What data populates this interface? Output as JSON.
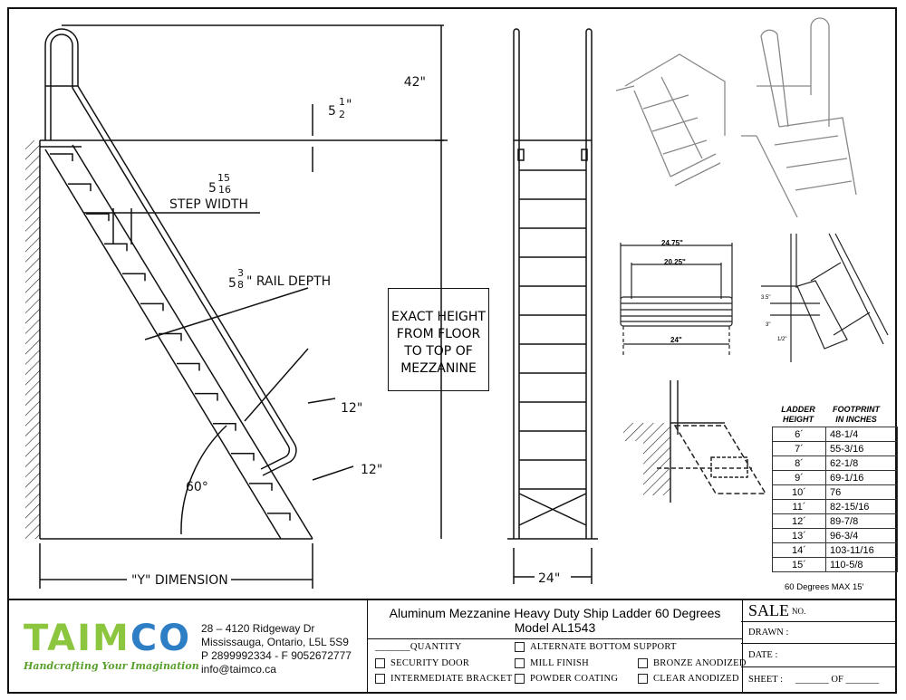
{
  "drawing": {
    "side_view": {
      "dim_42": "42\"",
      "dim_5_half_whole": "5",
      "dim_5_half_frac_num": "1",
      "dim_5_half_frac_den": "2",
      "dim_5_half_unit": "\"",
      "step_width_whole": "5",
      "step_width_num": "15",
      "step_width_den": "16",
      "step_width_label": "STEP WIDTH",
      "rail_depth_whole": "5",
      "rail_depth_num": "3",
      "rail_depth_den": "8",
      "rail_depth_label": "\" RAIL DEPTH",
      "dim_12_a": "12\"",
      "dim_12_b": "12\"",
      "angle": "60°",
      "y_dimension": "\"Y\" DIMENSION",
      "exact_height_lines": [
        "EXACT HEIGHT",
        "FROM FLOOR",
        "TO TOP OF",
        "MEZZANINE"
      ]
    },
    "front_view": {
      "width_dim": "24\""
    },
    "top_detail": {
      "outer": "24.75\"",
      "inner": "20.25\"",
      "bottom": "24\""
    },
    "side_detail": {
      "d1": "3.5\"",
      "d2": "3\"",
      "d3": "1/2\""
    }
  },
  "footprint_table": {
    "header_height": [
      "LADDER",
      "HEIGHT"
    ],
    "header_footprint": [
      "FOOTPRINT",
      "IN INCHES"
    ],
    "rows": [
      {
        "height": "6´",
        "footprint": "48-1/4"
      },
      {
        "height": "7´",
        "footprint": "55-3/16"
      },
      {
        "height": "8´",
        "footprint": "62-1/8"
      },
      {
        "height": "9´",
        "footprint": "69-1/16"
      },
      {
        "height": "10´",
        "footprint": "76"
      },
      {
        "height": "11´",
        "footprint": "82-15/16"
      },
      {
        "height": "12´",
        "footprint": "89-7/8"
      },
      {
        "height": "13´",
        "footprint": "96-3/4"
      },
      {
        "height": "14´",
        "footprint": "103-11/16"
      },
      {
        "height": "15´",
        "footprint": "110-5/8"
      }
    ],
    "note": "60 Degrees  MAX 15'"
  },
  "title_block": {
    "logo_text_green": "TAIM",
    "logo_text_blue": "CO",
    "tagline": "Handcrafting Your Imagination",
    "address": [
      "28 – 4120 Ridgeway Dr",
      "Mississauga, Ontario, L5L 5S9",
      "P 2899992334 - F 9052672777",
      "info@taimco.ca"
    ],
    "title": "Aluminum Mezzanine Heavy Duty Ship Ladder 60 Degrees",
    "model": "Model AL1543",
    "quantity_label": "_______QUANTITY",
    "options": {
      "alternate_bottom_support": "ALTERNATE BOTTOM SUPPORT",
      "security_door": "SECURITY DOOR",
      "mill_finish": "MILL FINISH",
      "bronze_anodized": "BRONZE ANODIZED",
      "intermediate_bracket": "INTERMEDIATE BRACKET",
      "powder_coating": "POWDER COATING",
      "clear_anodized": "CLEAR ANODIZED"
    },
    "sale_label": "SALE",
    "sale_no": "NO.",
    "drawn_label": "DRAWN :",
    "date_label": "DATE :",
    "sheet_label": "SHEET :",
    "sheet_of": "_______  OF  _______"
  }
}
